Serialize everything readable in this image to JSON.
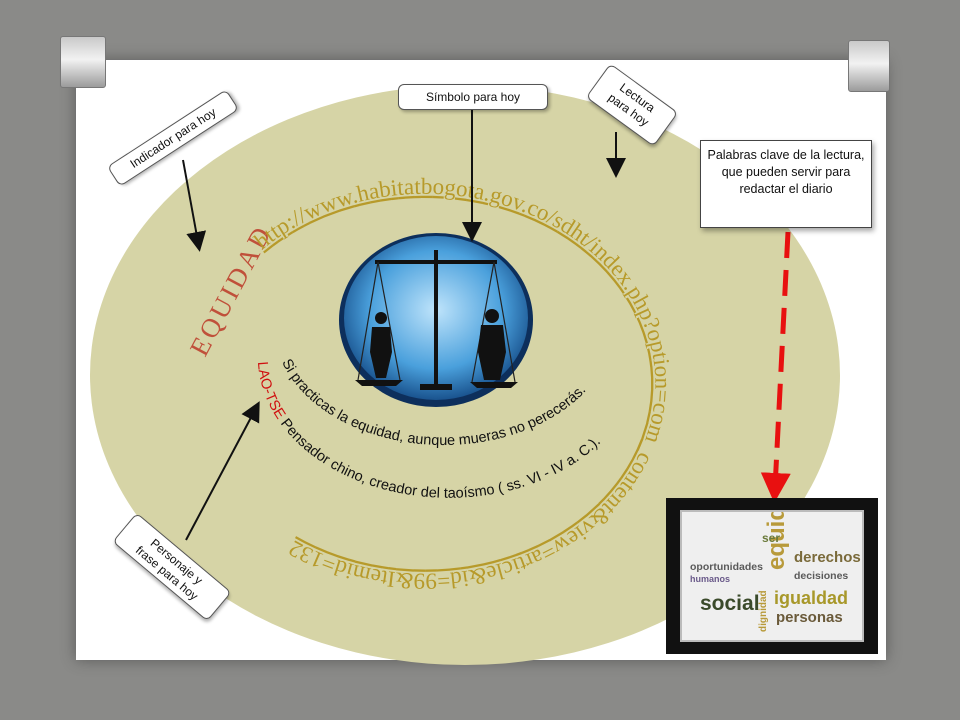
{
  "circle_words": {
    "equidad": "EQUIDAD",
    "url": "http://www.habitatbogota.gov.co/sdht/index.php?option=com_content&view=article&id=99&Itemid=132"
  },
  "quote": {
    "line1": "Si practicas la equidad, aunque mueras no perecerás.",
    "author": "LAO-TSE",
    "line2_rest": " Pensador chino, creador del taoísmo ( ss. VI - IV a. C.)."
  },
  "callouts": {
    "indicador": "Indicador para hoy",
    "simbolo": "Símbolo para hoy",
    "lectura_1": "Lectura",
    "lectura_2": "para hoy",
    "personaje_1": "Personaje y",
    "personaje_2": "frase para hoy",
    "palabras_clave": "Palabras clave de la lectura,  que pueden servir  para redactar el diario"
  },
  "word_cloud": {
    "w_equidad": "equidad",
    "w_ser": "ser",
    "w_derechos": "derechos",
    "w_oportunidades": "oportunidades",
    "w_humanos": "humanos",
    "w_decisiones": "decisiones",
    "w_social": "social",
    "w_dignidad": "dignidad",
    "w_igualdad": "igualdad",
    "w_personas": "personas"
  },
  "colors": {
    "ellipse": "#d6d4a6",
    "title_red": "#c0503a",
    "url_gold": "#b79a2a",
    "author_red": "#d01010",
    "dashed_arrow": "#e81010",
    "scale_sky": "#4aa0dc"
  }
}
